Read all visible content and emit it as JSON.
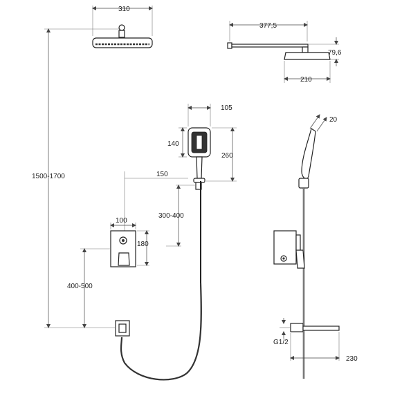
{
  "dimensions": {
    "head_width": "310",
    "arm_length": "377,5",
    "head_height": "79,6",
    "head_diameter": "210",
    "hand_width": "105",
    "hand_face": "140",
    "hand_length": "260",
    "holder_offset": "150",
    "holder_range": "300-400",
    "mixer_width": "100",
    "mixer_height": "180",
    "total_height": "1500-1700",
    "mixer_position": "400-500",
    "hand_thickness": "20",
    "thread": "G1/2",
    "spout_length": "230"
  }
}
